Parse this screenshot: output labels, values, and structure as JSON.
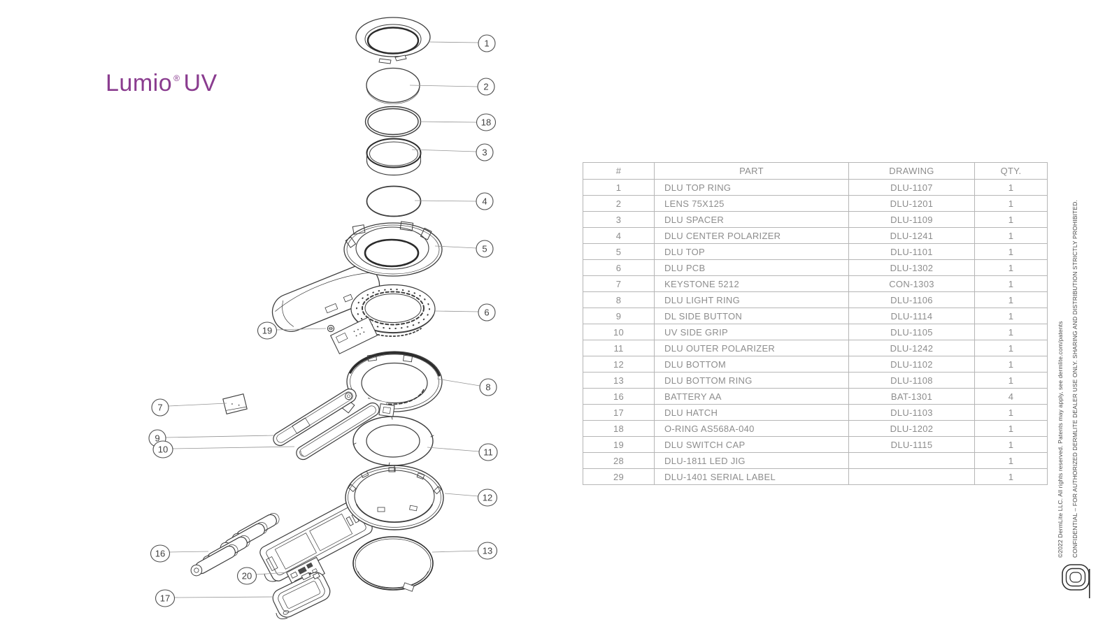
{
  "title": {
    "brand": "Lumio",
    "reg_mark": "®",
    "product": "UV",
    "color": "#8a3c8f"
  },
  "table": {
    "headers": {
      "num": "#",
      "part": "PART",
      "drawing": "DRAWING",
      "qty": "QTY."
    },
    "rows": [
      {
        "num": "1",
        "part": "DLU TOP RING",
        "drawing": "DLU-1107",
        "qty": "1"
      },
      {
        "num": "2",
        "part": "LENS 75X125",
        "drawing": "DLU-1201",
        "qty": "1"
      },
      {
        "num": "3",
        "part": "DLU SPACER",
        "drawing": "DLU-1109",
        "qty": "1"
      },
      {
        "num": "4",
        "part": "DLU CENTER POLARIZER",
        "drawing": "DLU-1241",
        "qty": "1"
      },
      {
        "num": "5",
        "part": "DLU TOP",
        "drawing": "DLU-1101",
        "qty": "1"
      },
      {
        "num": "6",
        "part": "DLU PCB",
        "drawing": "DLU-1302",
        "qty": "1"
      },
      {
        "num": "7",
        "part": "KEYSTONE 5212",
        "drawing": "CON-1303",
        "qty": "1"
      },
      {
        "num": "8",
        "part": "DLU LIGHT RING",
        "drawing": "DLU-1106",
        "qty": "1"
      },
      {
        "num": "9",
        "part": "DL SIDE BUTTON",
        "drawing": "DLU-1114",
        "qty": "1"
      },
      {
        "num": "10",
        "part": "UV SIDE GRIP",
        "drawing": "DLU-1105",
        "qty": "1"
      },
      {
        "num": "11",
        "part": "DLU OUTER POLARIZER",
        "drawing": "DLU-1242",
        "qty": "1"
      },
      {
        "num": "12",
        "part": "DLU BOTTOM",
        "drawing": "DLU-1102",
        "qty": "1"
      },
      {
        "num": "13",
        "part": "DLU BOTTOM RING",
        "drawing": "DLU-1108",
        "qty": "1"
      },
      {
        "num": "16",
        "part": "BATTERY AA",
        "drawing": "BAT-1301",
        "qty": "4"
      },
      {
        "num": "17",
        "part": "DLU HATCH",
        "drawing": "DLU-1103",
        "qty": "1"
      },
      {
        "num": "18",
        "part": "O-RING AS568A-040",
        "drawing": "DLU-1202",
        "qty": "1"
      },
      {
        "num": "19",
        "part": "DLU SWITCH CAP",
        "drawing": "DLU-1115",
        "qty": "1"
      },
      {
        "num": "28",
        "part": "DLU-1811 LED JIG",
        "drawing": "",
        "qty": "1"
      },
      {
        "num": "29",
        "part": "DLU-1401 SERIAL LABEL",
        "drawing": "",
        "qty": "1"
      }
    ]
  },
  "diagram": {
    "callouts": [
      {
        "label": "1"
      },
      {
        "label": "2"
      },
      {
        "label": "18"
      },
      {
        "label": "3"
      },
      {
        "label": "4"
      },
      {
        "label": "5"
      },
      {
        "label": "6"
      },
      {
        "label": "19"
      },
      {
        "label": "8"
      },
      {
        "label": "7"
      },
      {
        "label": "9"
      },
      {
        "label": "10"
      },
      {
        "label": "11"
      },
      {
        "label": "12"
      },
      {
        "label": "16"
      },
      {
        "label": "13"
      },
      {
        "label": "20"
      },
      {
        "label": "17"
      }
    ]
  },
  "legal": {
    "copyright_line": "©2022 DermLite LLC. All rights reserved. Patents may apply, see dermlite.com/patents",
    "confidential_line": "CONFIDENTIAL – FOR AUTHORIZED DERMLITE DEALER USE ONLY. SHARING AND DISTRIBUTION STRICTLY PROHIBITED."
  }
}
